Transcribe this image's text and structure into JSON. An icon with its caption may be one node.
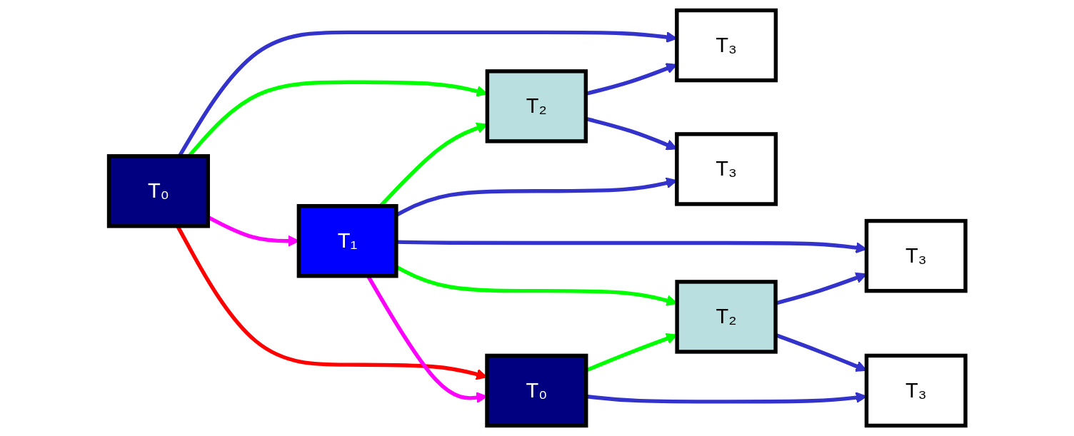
{
  "diagram": {
    "nodes": [
      {
        "text": [
          "T₀"
        ]
      },
      {
        "text": [
          "T₃"
        ]
      },
      {
        "text": [
          "T₂"
        ]
      },
      {
        "text": [
          "T₃"
        ]
      },
      {
        "text": [
          "T₁"
        ]
      },
      {
        "text": [
          "T₃"
        ]
      },
      {
        "text": [
          "T₂"
        ]
      },
      {
        "text": [
          "T₃"
        ]
      },
      {
        "text": [
          "T₀"
        ]
      }
    ],
    "edges": [
      {
        "from": 0,
        "to": 8,
        "arrow": "to",
        "color": "#ff0000"
      },
      {
        "from": 0,
        "to": 4,
        "arrow": "to",
        "color": "#ff00ff"
      },
      {
        "from": 4,
        "to": 8,
        "arrow": "to",
        "color": "#ff00ff"
      },
      {
        "from": 0,
        "to": 2,
        "arrow": "to",
        "color": "#00ff00"
      },
      {
        "from": 4,
        "to": 2,
        "arrow": "to",
        "color": "#00ff00"
      },
      {
        "from": 4,
        "to": 6,
        "arrow": "to",
        "color": "#00ff00"
      },
      {
        "from": 8,
        "to": 6,
        "arrow": "to",
        "color": "#00ff00"
      },
      {
        "from": 0,
        "to": 1,
        "arrow": "to"
      },
      {
        "from": 2,
        "to": 1,
        "arrow": "to"
      },
      {
        "from": 2,
        "to": 3,
        "arrow": "to"
      },
      {
        "from": 4,
        "to": 3,
        "arrow": "to"
      },
      {
        "from": 4,
        "to": 5,
        "arrow": "to"
      },
      {
        "from": 6,
        "to": 5,
        "arrow": "to"
      },
      {
        "from": 6,
        "to": 7,
        "arrow": "to"
      },
      {
        "from": 8,
        "to": 7,
        "arrow": "to"
      }
    ]
  }
}
